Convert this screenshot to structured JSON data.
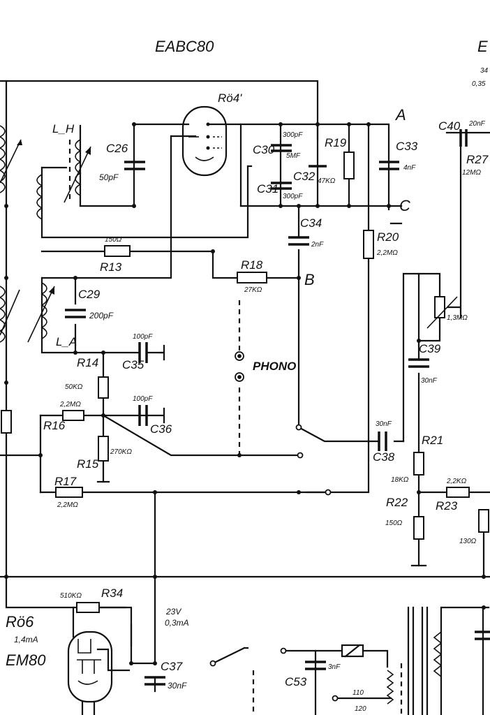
{
  "labels": {
    "tube_main": "EABC80",
    "tube_right": "E",
    "tube_right_value_a": "34",
    "tube_right_value_b": "0,35",
    "tube_ro4": "Rö4'",
    "tube_ro6": "Rö6",
    "tube_ro6_current": "1,4mA",
    "tube_em80": "EM80",
    "node_a": "A",
    "node_b": "B",
    "node_c": "C",
    "phono": "PHONO",
    "lh": "L_H",
    "la": "L_A"
  },
  "components": {
    "c26": "C26",
    "c26_val": "50pF",
    "c29": "C29",
    "c29_val": "200pF",
    "c30": "C30",
    "c30_val": "300pF",
    "c31": "C31",
    "c31_val": "300pF",
    "c32": "C32",
    "c32_val": "5MF",
    "c33": "C33",
    "c33_val": "4nF",
    "c34": "C34",
    "c34_val": "2nF",
    "c35": "C35",
    "c35_val": "100pF",
    "c36": "C36",
    "c36_val": "100pF",
    "c37": "C37",
    "c37_val": "30nF",
    "c38": "C38",
    "c38_val": "30nF",
    "c39": "C39",
    "c39_val": "30nF",
    "c40": "C40",
    "c40_val": "20nF",
    "c53": "C53",
    "c53_val": "3nF",
    "r13": "R13",
    "r13_val": "150Ω",
    "r14": "R14",
    "r14_val": "50KΩ",
    "r15": "R15",
    "r15_val": "270KΩ",
    "r16": "R16",
    "r16_val": "2,2MΩ",
    "r17": "R17",
    "r17_val": "2,2MΩ",
    "r18": "R18",
    "r18_val": "27KΩ",
    "r19": "R19",
    "r19_val": "47KΩ",
    "r20": "R20",
    "r20_val": "2,2MΩ",
    "r21": "R21",
    "r21_val": "18KΩ",
    "r22": "R22",
    "r22_val": "150Ω",
    "r23": "R23",
    "r23_val": "2,2KΩ",
    "r27": "R27",
    "r27_val": "12MΩ",
    "r34": "R34",
    "r34_val": "510KΩ",
    "pot_val": "1,3MΩ",
    "r_right_val": "130Ω",
    "em80_voltage": "23V",
    "em80_current": "0,3mA",
    "tap_110": "110",
    "tap_120": "120"
  }
}
